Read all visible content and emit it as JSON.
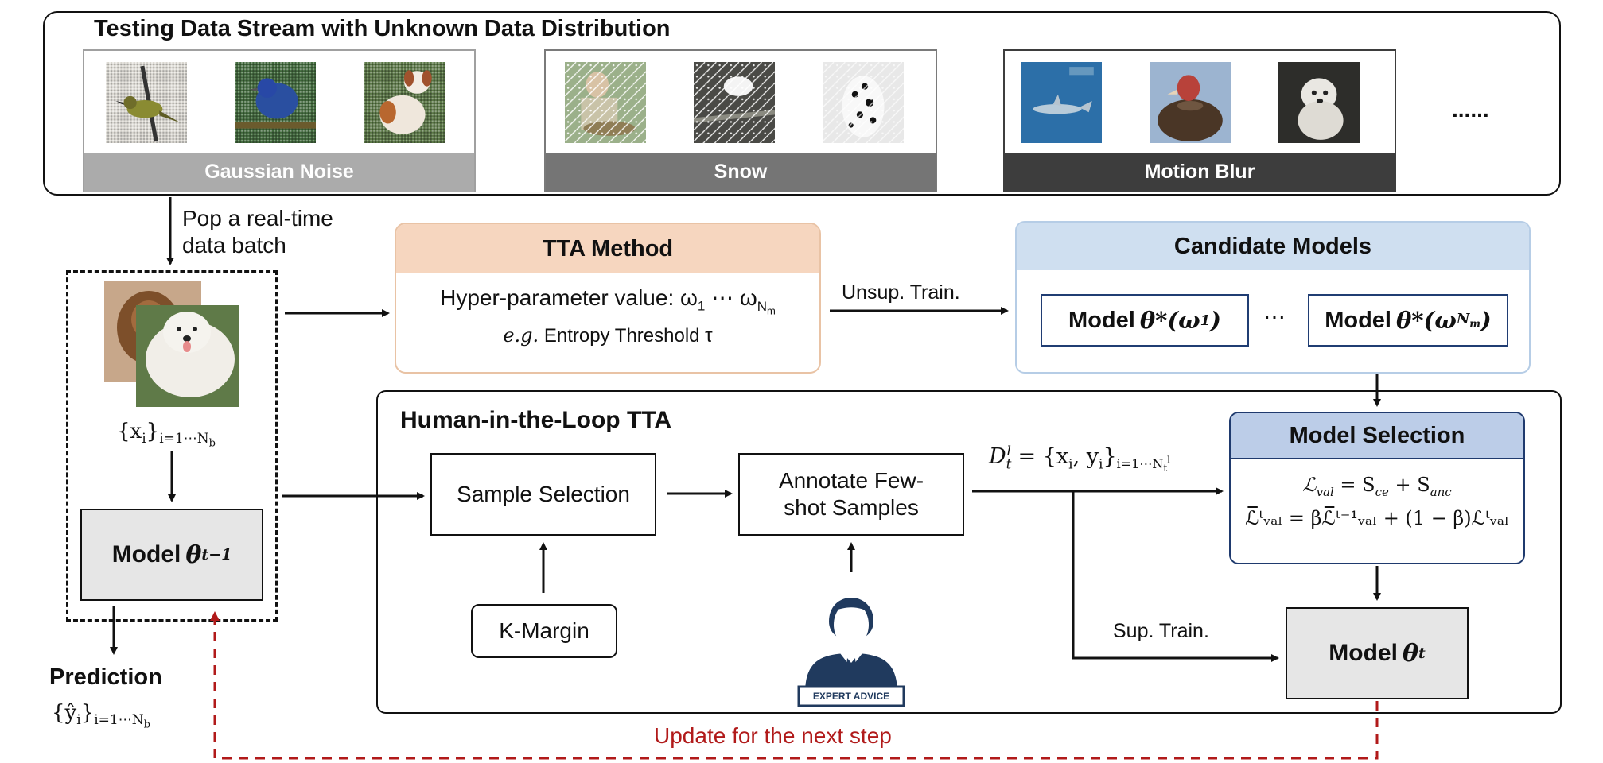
{
  "stream": {
    "title": "Testing Data Stream with Unknown Data Distribution",
    "groups": [
      {
        "label": "Gaussian Noise",
        "color": "#ababab"
      },
      {
        "label": "Snow",
        "color": "#757575"
      },
      {
        "label": "Motion Blur",
        "color": "#3d3d3d"
      }
    ],
    "ellipsis": "......"
  },
  "pop_batch": {
    "line1": "Pop a real-time",
    "line2": "data batch"
  },
  "batch": {
    "x_label": "{x",
    "x_sub": "i",
    "x_range": "i=1⋯N",
    "x_range_sub": "b"
  },
  "model_prev": {
    "text": "Model ",
    "theta": "θ",
    "sup": "t−1"
  },
  "prediction": {
    "title": "Prediction",
    "y_label": "{ŷ",
    "y_sub": "i",
    "y_range": "i=1⋯N",
    "y_range_sub": "b"
  },
  "tta_method": {
    "title": "TTA Method",
    "line1": "Hyper-parameter value: ω",
    "line1_sub1": "1",
    "line1_mid": " ⋯ ω",
    "line1_sub2": "N",
    "line1_sub2b": "m",
    "eg": "e.g.",
    "line2": " Entropy Threshold τ"
  },
  "unsup_train": "Unsup. Train.",
  "candidates": {
    "title": "Candidate Models",
    "model1_text": "Model ",
    "model1_math": "θ*(ω",
    "model1_sub": "1",
    "model1_close": ")",
    "ellipsis": "⋯",
    "model2_text": "Model ",
    "model2_math": "θ*(ω",
    "model2_sub": "N",
    "model2_subsub": "m",
    "model2_close": ")"
  },
  "hitl": {
    "title": "Human-in-the-Loop TTA"
  },
  "sample_selection": "Sample Selection",
  "kmargin": "K-Margin",
  "annotate": {
    "line1": "Annotate Few-",
    "line2": "shot Samples"
  },
  "expert_badge": "EXPERT ADVICE",
  "dataset_label": {
    "D": "D",
    "sub": "t",
    "sup": "l",
    "eq": " = {x",
    "isub": "i",
    "mid": ", y",
    "isub2": "i",
    "close": "}",
    "range": "i=1⋯N",
    "range_sub": "t",
    "range_sup": "l"
  },
  "model_selection": {
    "title": "Model Selection",
    "eq1_a": "ℒ",
    "eq1_sub": "val",
    "eq1_b": " = S",
    "eq1_sub2": "ce",
    "eq1_c": " + S",
    "eq1_sub3": "anc",
    "eq2": "ℒ̅ᵗᵥₐₗ = βℒ̅ᵗ⁻¹ᵥₐₗ + (1 − β)ℒᵗᵥₐₗ"
  },
  "sup_train": "Sup. Train.",
  "model_t": {
    "text": "Model ",
    "theta": "θ",
    "sup": "t"
  },
  "update_next": "Update for the next step",
  "colors": {
    "tta_header": "#f6d6bf",
    "tta_border": "#e9c3a5",
    "cand_header": "#cfdff0",
    "cand_border": "#b6cde6",
    "model_sel_header": "#bccde8",
    "model_sel_border": "#1f3a6e",
    "gray_box": "#e6e6e6",
    "update_red": "#b11a1a",
    "cand_box_border": "#203d73"
  }
}
